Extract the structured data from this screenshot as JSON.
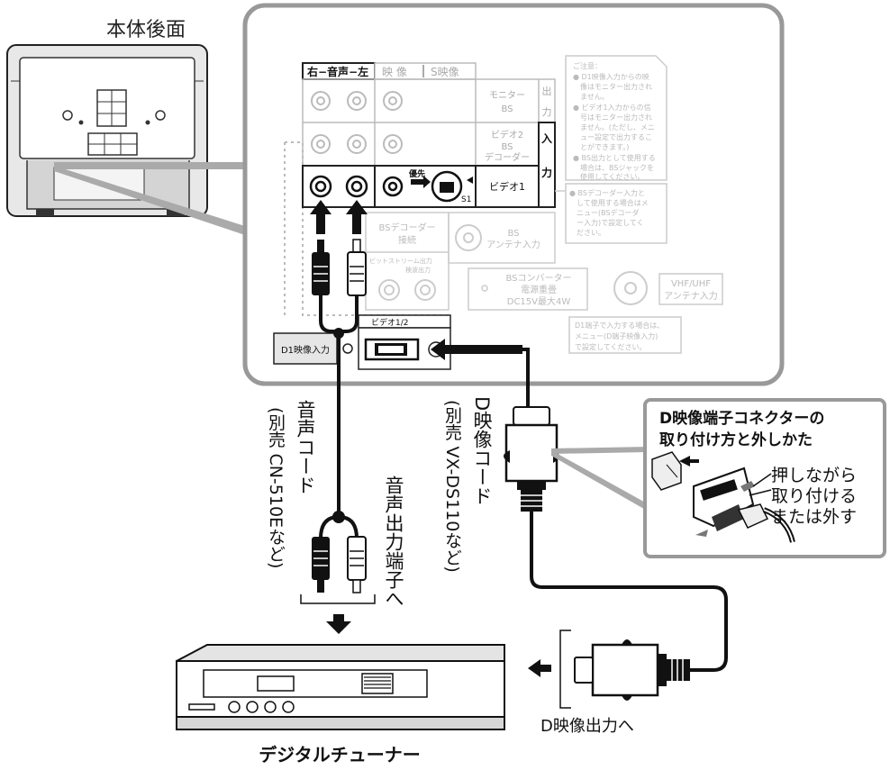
{
  "labels": {
    "rear_view": "本体後面",
    "tuner": "デジタルチューナー",
    "d_output": "D映像出力へ",
    "audio_output": "音声出力端子へ",
    "audio_cord": "音声コード",
    "audio_cord_model": "(別売 CN-510Eなど)",
    "d_cord": "D映像コード",
    "d_cord_model": "(別売 VX-DS110など)"
  },
  "panel": {
    "header_audio": "右−音声−左",
    "header_video": "映 像",
    "header_svideo": "S映像",
    "row_monitor": [
      "モニター",
      "BS"
    ],
    "row_video2": [
      "ビデオ2",
      "BS",
      "デコーダー"
    ],
    "row_video1": "ビデオ1",
    "side_output": [
      "出",
      "力"
    ],
    "side_input": [
      "入",
      "力"
    ],
    "priority": "優先",
    "s1": "S1",
    "bs_decoder": [
      "BSデコーダー",
      "接続"
    ],
    "bitstream": [
      "ビットストリーム出力",
      "検波出力"
    ],
    "bs_antenna": [
      "BS",
      "アンテナ入力"
    ],
    "bs_converter": [
      "BSコンバーター",
      "電源重畳",
      "DC15V最大4W"
    ],
    "vhf": [
      "VHF/UHF",
      "アンテナ入力"
    ],
    "video12": "ビデオ1/2",
    "d1_input": "D1映像入力",
    "notes": [
      "ご注意：",
      "● D1映像入力からの映",
      "像はモニター出力され",
      "ません。",
      "● ビデオ1入力からの信",
      "号はモニター出力され",
      "ません。(ただし、メニ",
      "ュー設定で出力するこ",
      "とができます。)",
      "● BS出力として使用する",
      "場合は、BSジャックを",
      "使用してください。"
    ],
    "note_decoder": [
      "● BSデコーダー入力と",
      "して使用する場合はメ",
      "ニュー(BSデコーダ",
      "ー入力)で設定してく",
      "ださい。"
    ],
    "note_d1": [
      "D1端子で入力する場合は、",
      "メニュー(D端子映像入力)",
      "で設定してください。"
    ]
  },
  "inset": {
    "title": [
      "D映像端子コネクターの",
      "取り付け方と外しかた"
    ],
    "instruction": [
      "押しながら",
      "取り付ける",
      "または外す"
    ]
  }
}
